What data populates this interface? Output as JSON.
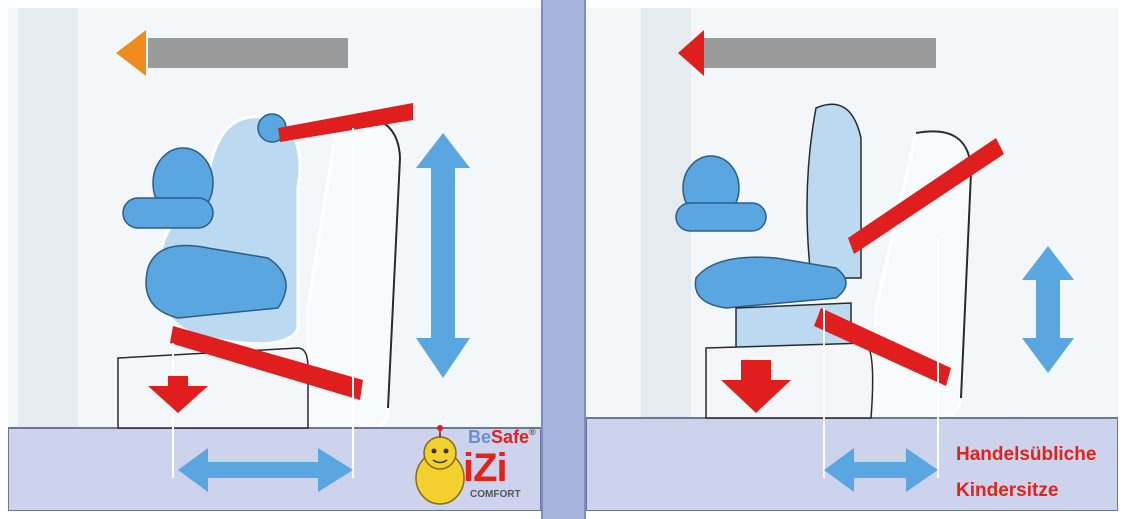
{
  "colors": {
    "floor": "#cdd3ec",
    "seat_outline": "#ffffff",
    "child_blue": "#5aa6e0",
    "seat_light": "#bcd9f2",
    "belt_red": "#e01e1e",
    "arrow_blue": "#5aa6e0",
    "arrow_orange": "#f08c1e",
    "caption_red": "#e2231a",
    "brand_red": "#e2231a",
    "brand_blue": "#6a8fd0",
    "mascot_yellow": "#f2d12e"
  },
  "left_panel": {
    "brand": {
      "prefix": "Be",
      "name": "Safe",
      "mark": "®",
      "model": "iZi",
      "variant": "COMFORT"
    }
  },
  "right_panel": {
    "caption": {
      "line_1": "Handelsübliche",
      "line_2": "Kindersitze"
    }
  }
}
